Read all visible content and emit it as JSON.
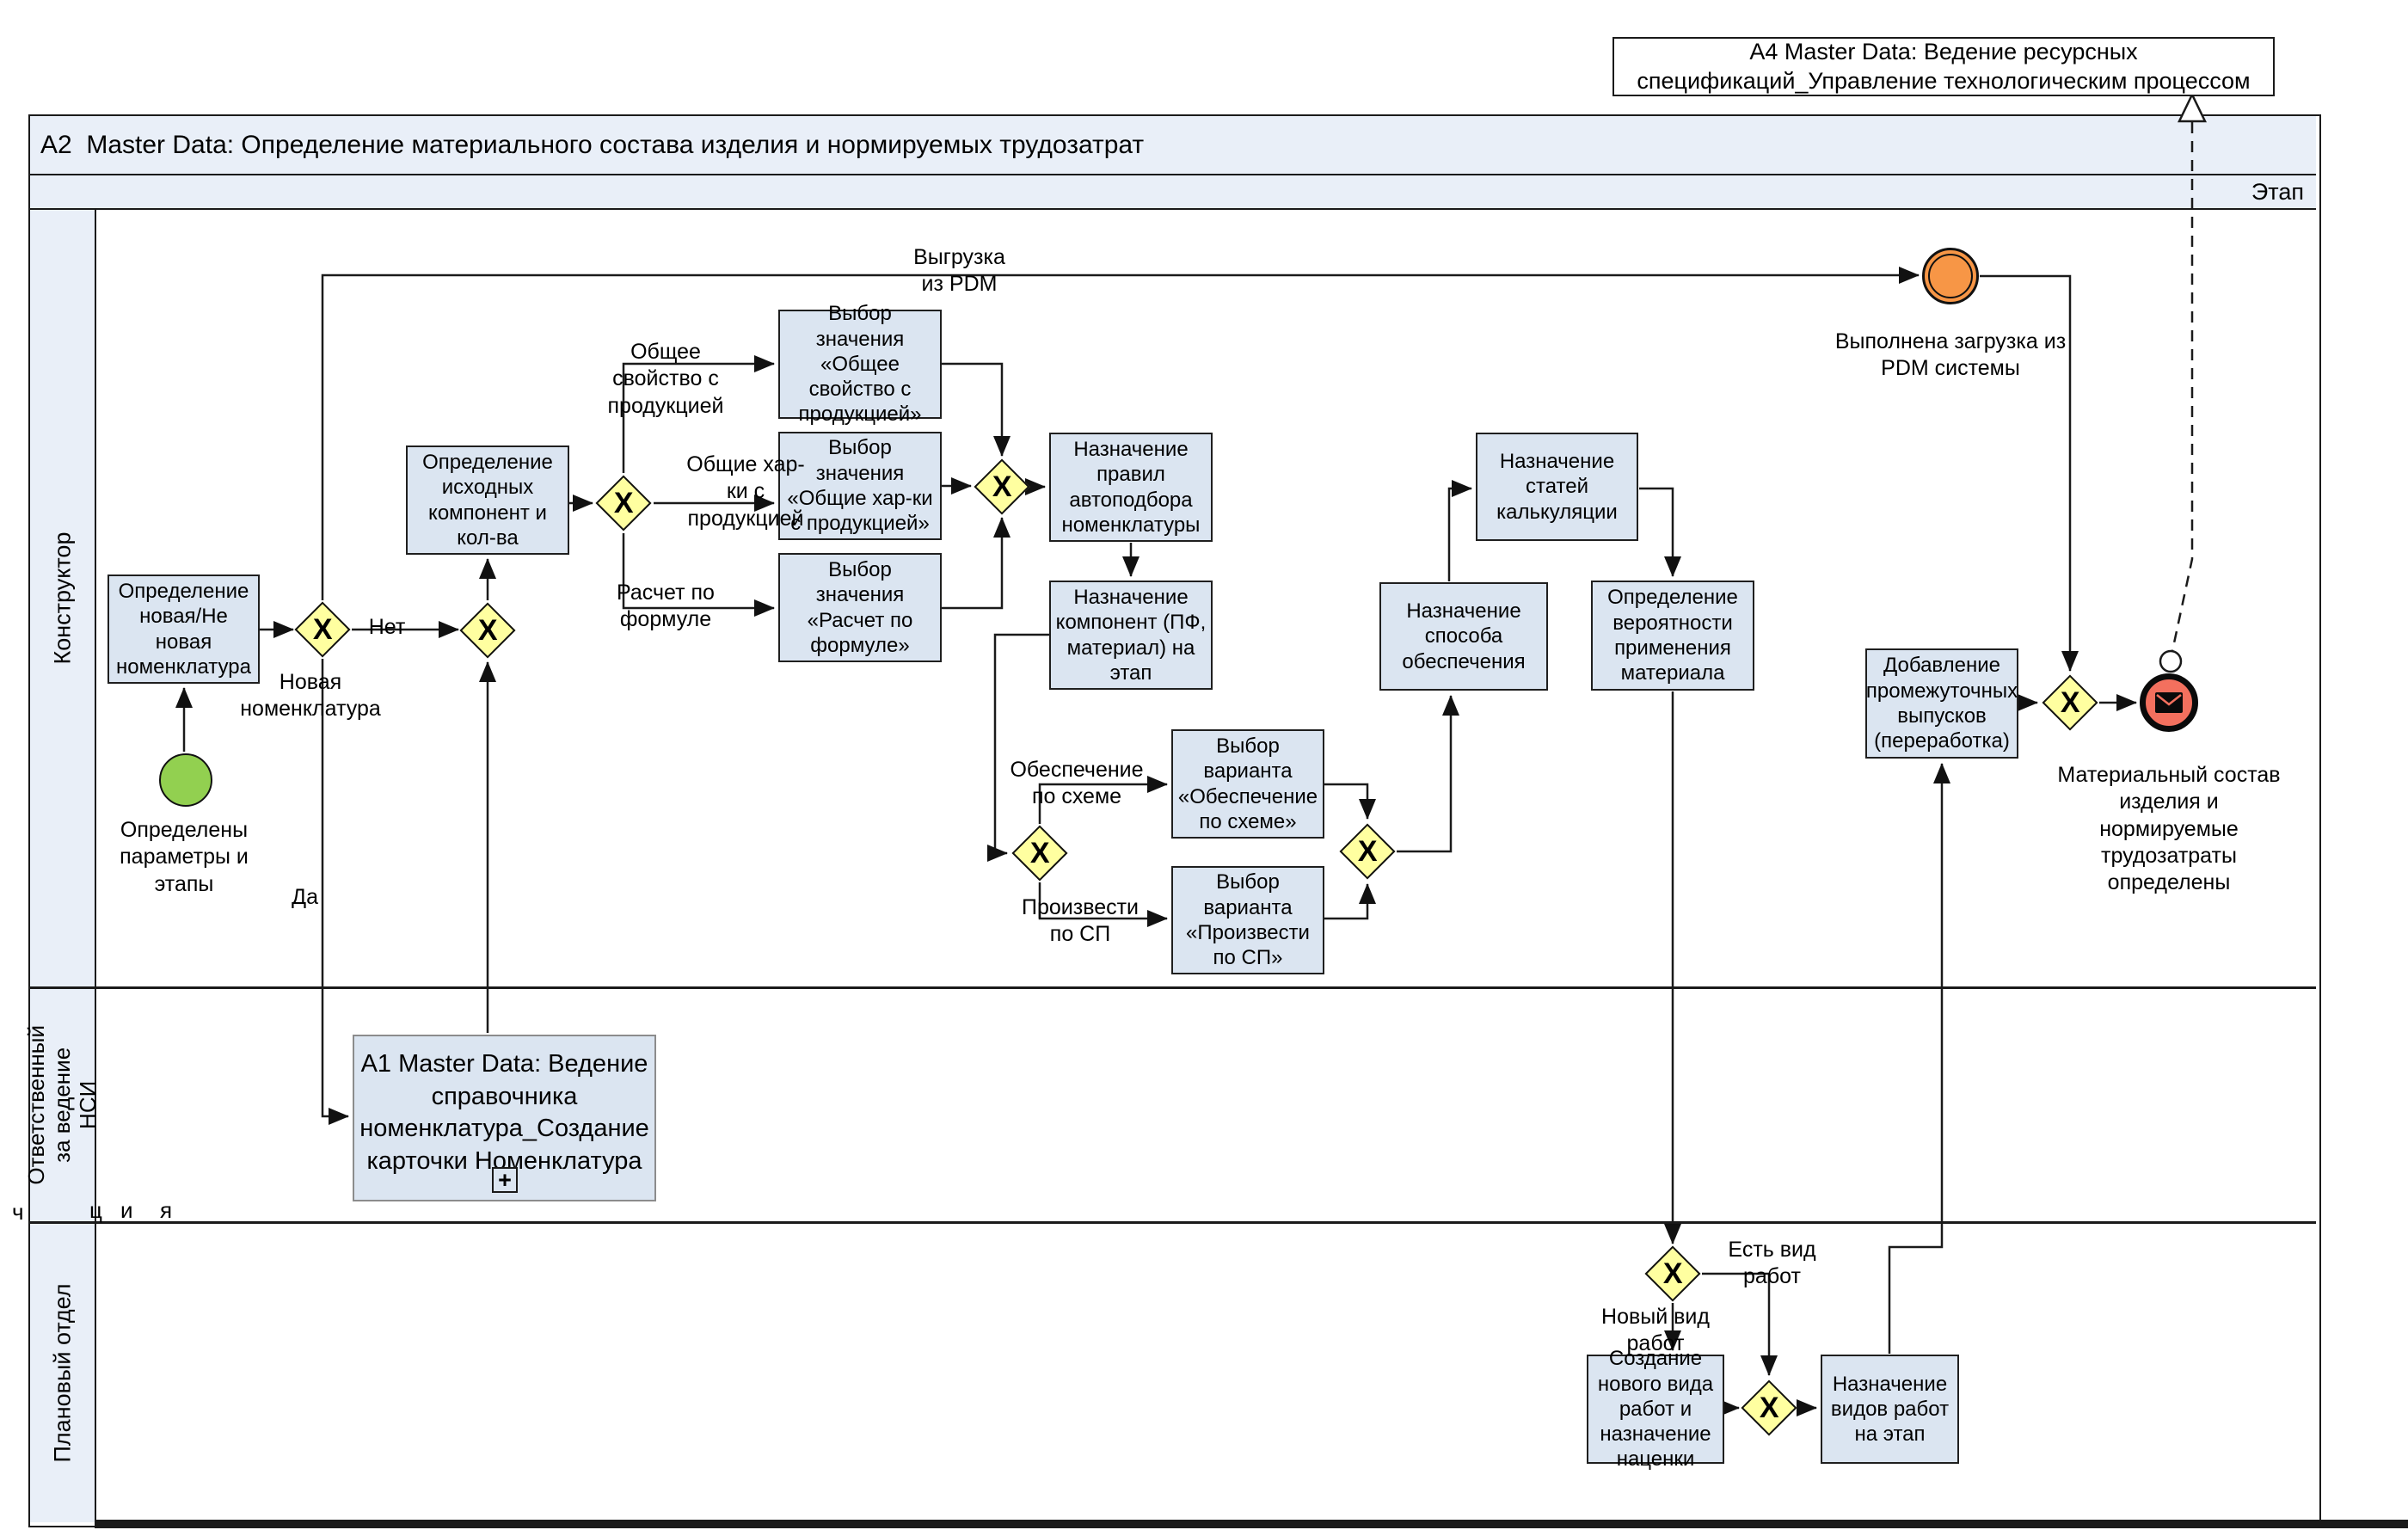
{
  "external": {
    "a4_link_label": "A4 Master Data: Ведение ресурсных спецификаций_Управление технологическим процессом"
  },
  "pool": {
    "title": "A2  Master Data: Определение материального состава изделия и нормируемых трудозатрат",
    "stage_header": "Этап",
    "lanes": {
      "constructor": "Конструктор",
      "nsi": "Ответственный за ведение НСИ",
      "planning": "Плановый отдел"
    }
  },
  "tasks": {
    "define_new_nomenclature": "Определение новая/Не новая номенклатура",
    "define_components": "Определение исходных компонент и кол-ва",
    "select_common_property": "Выбор значения «Общее свойство с продукцией»",
    "select_common_chars": "Выбор значения «Общие хар-ки с продукцией»",
    "select_formula": "Выбор значения «Расчет по формуле»",
    "assign_autoselect_rules": "Назначение правил автоподбора номенклатуры",
    "assign_components_stage": "Назначение компонент (ПФ, материал) на этап",
    "select_supply_scheme": "Выбор варианта «Обеспечение по схеме»",
    "select_produce_sp": "Выбор варианта «Произвести по СП»",
    "assign_supply_method": "Назначение способа обеспечения",
    "assign_costing_items": "Назначение статей калькуляции",
    "define_material_probability": "Определение вероятности применения материала",
    "add_intermediate_releases": "Добавление промежуточных выпусков (переработка)",
    "create_work_type": "Создание нового вида работ и назначение наценки",
    "assign_work_types": "Назначение видов работ на этап"
  },
  "subprocess": {
    "a1_label": "A1 Master Data: Ведение справочника номенклатура_Создание карточки Номенклатура",
    "plus_marker": "+"
  },
  "events": {
    "start_label": "Определены параметры и этапы",
    "pdm_loaded_label": "Выполнена загрузка из PDM системы",
    "end_label": "Материальный состав изделия и нормируемые трудозатраты определены"
  },
  "gateway_marker": "X",
  "flow_labels": {
    "no": "Нет",
    "yes": "Да",
    "new_nomenclature": "Новая номенклатура",
    "pdm_export": "Выгрузка\nиз PDM",
    "common_property": "Общее свойство с продукцией",
    "common_chars": "Общие хар-ки с продукцией",
    "formula_calc": "Расчет по формуле",
    "supply_by_scheme": "Обеспечение по схеме",
    "produce_by_sp": "Произвести по СП",
    "work_type_exists": "Есть вид работ",
    "new_work_type": "Новый вид работ"
  },
  "clipped_fragments": {
    "f1": "ц",
    "f2": "и",
    "f3": "я",
    "f4": "ч"
  }
}
